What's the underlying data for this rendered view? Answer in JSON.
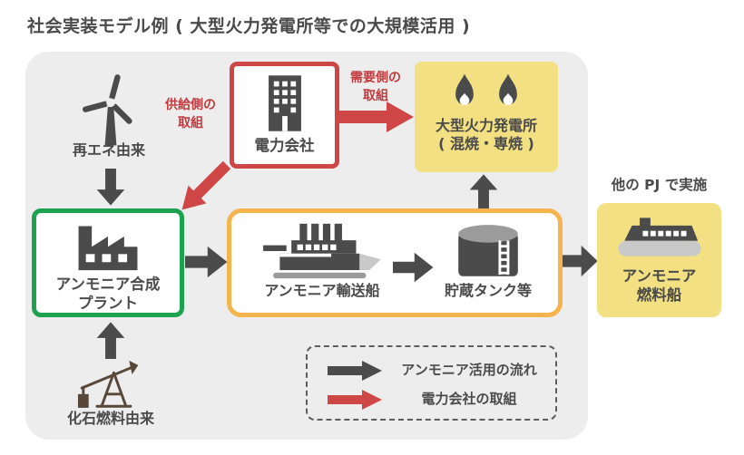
{
  "title": "社会実装モデル例 ( 大型火力発電所等での大規模活用 )",
  "colors": {
    "panel": "#ededed",
    "dark": "#4b4b4b",
    "text": "#4a4a4a",
    "red": "#ce4646",
    "red_text": "#c23a3e",
    "green": "#1da24f",
    "orange": "#f6b44f",
    "yellow": "#f2e083",
    "ship_gray": "#c9c9c9",
    "tank_gray": "#9b9b9b",
    "pump_brown": "#57483a"
  },
  "nodes": {
    "renewable": {
      "label": "再エネ由来",
      "icon": "wind-turbine-icon"
    },
    "fossil": {
      "label": "化石燃料由来",
      "icon": "oil-pump-icon"
    },
    "power_company": {
      "label": "電力会社",
      "icon": "office-building-icon"
    },
    "synthesis_plant": {
      "label_line1": "アンモニア合成",
      "label_line2": "プラント",
      "icon": "factory-icon"
    },
    "thermal_plant": {
      "label_line1": "大型火力発電所",
      "label_line2": "( 混焼・専焼 )",
      "icon": "flame-icon"
    },
    "transport_ship": {
      "label": "アンモニア輸送船",
      "icon": "cargo-ship-icon"
    },
    "storage_tank": {
      "label": "貯蔵タンク等",
      "icon": "storage-tank-icon"
    },
    "fuel_ship": {
      "label_line1": "アンモニア",
      "label_line2": "燃料船",
      "note": "他の PJ で実施",
      "icon": "fuel-ship-icon"
    }
  },
  "flow_labels": {
    "supply_line1": "供給側の",
    "supply_line2": "取組",
    "demand_line1": "需要側の",
    "demand_line2": "取組"
  },
  "legend": {
    "ammonia_flow": "アンモニア活用の流れ",
    "power_company_initiative": "電力会社の取組"
  }
}
